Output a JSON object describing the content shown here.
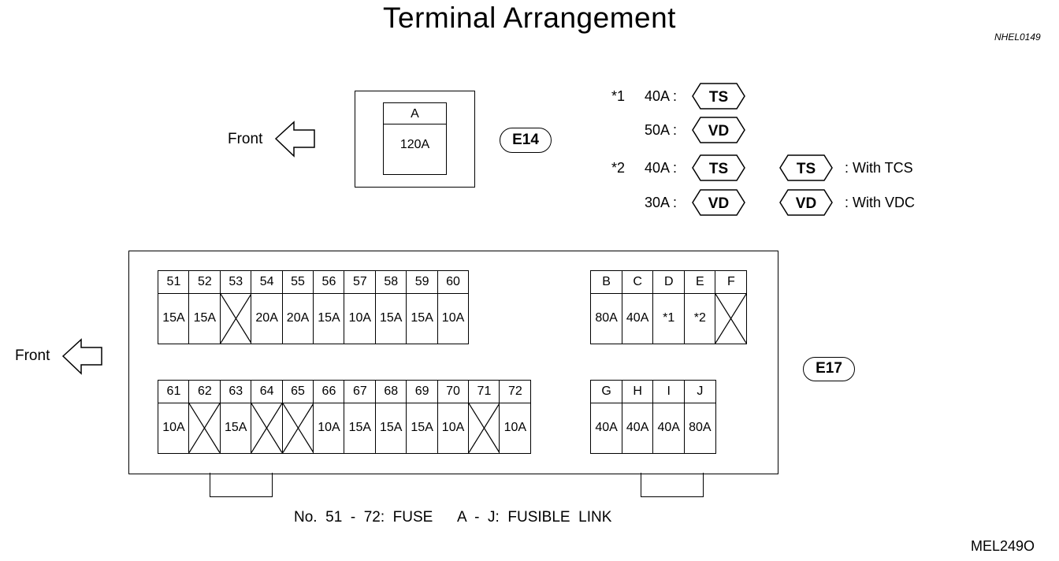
{
  "title": "Terminal Arrangement",
  "reference_top": "NHEL0149",
  "reference_bottom": "MEL249O",
  "front_label": "Front",
  "e14": {
    "connector": "E14",
    "terminal": "A",
    "rating": "120A"
  },
  "legend": {
    "note1_mark": "*1",
    "note1_rows": [
      {
        "amp": "40A :",
        "tag": "TS"
      },
      {
        "amp": "50A :",
        "tag": "VD"
      }
    ],
    "note2_mark": "*2",
    "note2_rows": [
      {
        "amp": "40A :",
        "tag": "TS"
      },
      {
        "amp": "30A :",
        "tag": "VD"
      }
    ],
    "keys": [
      {
        "tag": "TS",
        "text": ":  With  TCS"
      },
      {
        "tag": "VD",
        "text": ":  With VDC"
      }
    ]
  },
  "e17": {
    "connector": "E17",
    "fuse_row1": [
      {
        "no": "51",
        "val": "15A"
      },
      {
        "no": "52",
        "val": "15A"
      },
      {
        "no": "53",
        "val": ""
      },
      {
        "no": "54",
        "val": "20A"
      },
      {
        "no": "55",
        "val": "20A"
      },
      {
        "no": "56",
        "val": "15A"
      },
      {
        "no": "57",
        "val": "10A"
      },
      {
        "no": "58",
        "val": "15A"
      },
      {
        "no": "59",
        "val": "15A"
      },
      {
        "no": "60",
        "val": "10A"
      }
    ],
    "fuse_row2": [
      {
        "no": "61",
        "val": "10A"
      },
      {
        "no": "62",
        "val": ""
      },
      {
        "no": "63",
        "val": "15A"
      },
      {
        "no": "64",
        "val": ""
      },
      {
        "no": "65",
        "val": ""
      },
      {
        "no": "66",
        "val": "10A"
      },
      {
        "no": "67",
        "val": "15A"
      },
      {
        "no": "68",
        "val": "15A"
      },
      {
        "no": "69",
        "val": "15A"
      },
      {
        "no": "70",
        "val": "10A"
      },
      {
        "no": "71",
        "val": ""
      },
      {
        "no": "72",
        "val": "10A"
      }
    ],
    "link_row1": [
      {
        "no": "B",
        "val": "80A"
      },
      {
        "no": "C",
        "val": "40A"
      },
      {
        "no": "D",
        "val": "*1"
      },
      {
        "no": "E",
        "val": "*2"
      },
      {
        "no": "F",
        "val": ""
      }
    ],
    "link_row2": [
      {
        "no": "G",
        "val": "40A"
      },
      {
        "no": "H",
        "val": "40A"
      },
      {
        "no": "I",
        "val": "40A"
      },
      {
        "no": "J",
        "val": "80A"
      }
    ]
  },
  "footer": "No.  51  -  72:  FUSE      A  -  J:  FUSIBLE  LINK"
}
